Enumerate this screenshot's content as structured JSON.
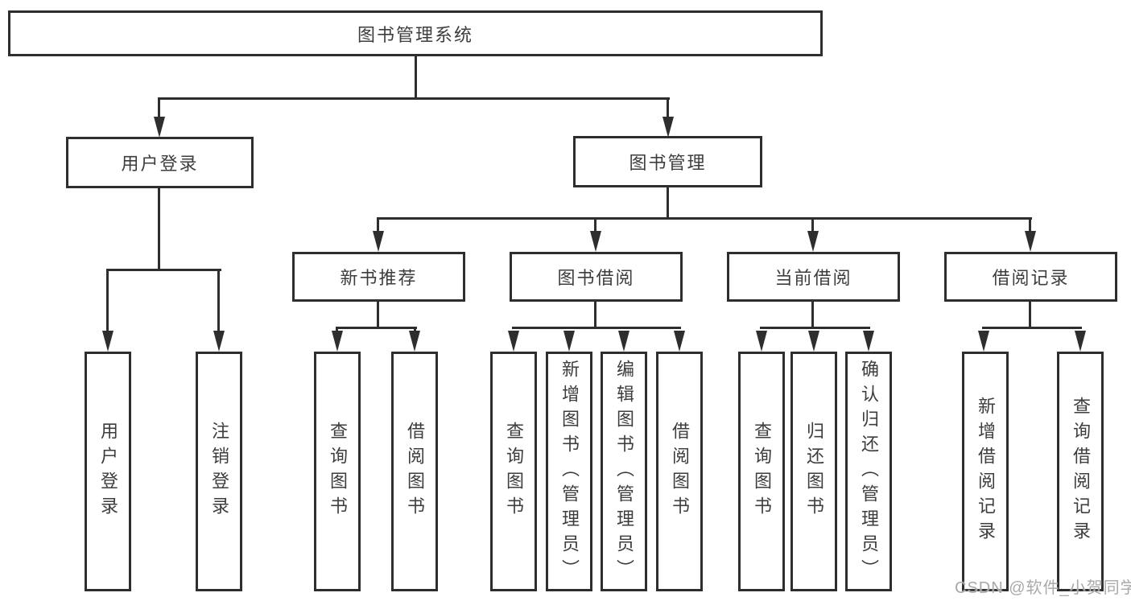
{
  "tree": {
    "root": "图书管理系统",
    "user_login": {
      "label": "用户登录",
      "children": [
        "用户登录",
        "注销登录"
      ]
    },
    "book_mgmt": {
      "label": "图书管理",
      "groups": [
        {
          "label": "新书推荐",
          "children": [
            "查询图书",
            "借阅图书"
          ]
        },
        {
          "label": "图书借阅",
          "children": [
            "查询图书",
            "新增图书（管理员）",
            "编辑图书（管理员）",
            "借阅图书"
          ]
        },
        {
          "label": "当前借阅",
          "children": [
            "查询图书",
            "归还图书",
            "确认归还（管理员）"
          ]
        },
        {
          "label": "借阅记录",
          "children": [
            "新增借阅记录",
            "查询借阅记录"
          ]
        }
      ]
    }
  },
  "watermark": "CSDN @软件_小贺同学",
  "colors": {
    "line": "#2e2e2e",
    "text": "#3d3d3d",
    "watermark": "#a9a9a9",
    "background": "#ffffff"
  }
}
